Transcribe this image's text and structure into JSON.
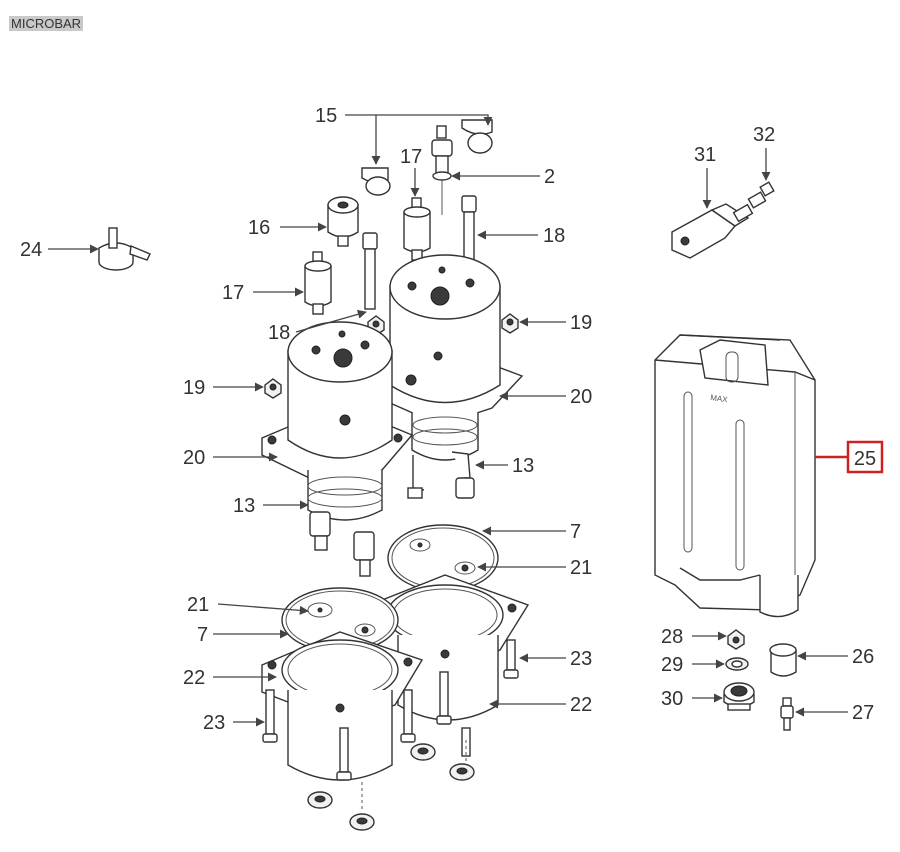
{
  "header": {
    "model": "MICROBAR"
  },
  "highlight_color": "#cc2222",
  "labels": {
    "p2": "2",
    "p7a": "7",
    "p7b": "7",
    "p13a": "13",
    "p13b": "13",
    "p15": "15",
    "p16": "16",
    "p17a": "17",
    "p17b": "17",
    "p18a": "18",
    "p18b": "18",
    "p19a": "19",
    "p19b": "19",
    "p20a": "20",
    "p20b": "20",
    "p21a": "21",
    "p21b": "21",
    "p22a": "22",
    "p22b": "22",
    "p23a": "23",
    "p23b": "23",
    "p24": "24",
    "p25": "25",
    "p26": "26",
    "p27": "27",
    "p28": "28",
    "p29": "29",
    "p30": "30",
    "p31": "31",
    "p32": "32"
  }
}
